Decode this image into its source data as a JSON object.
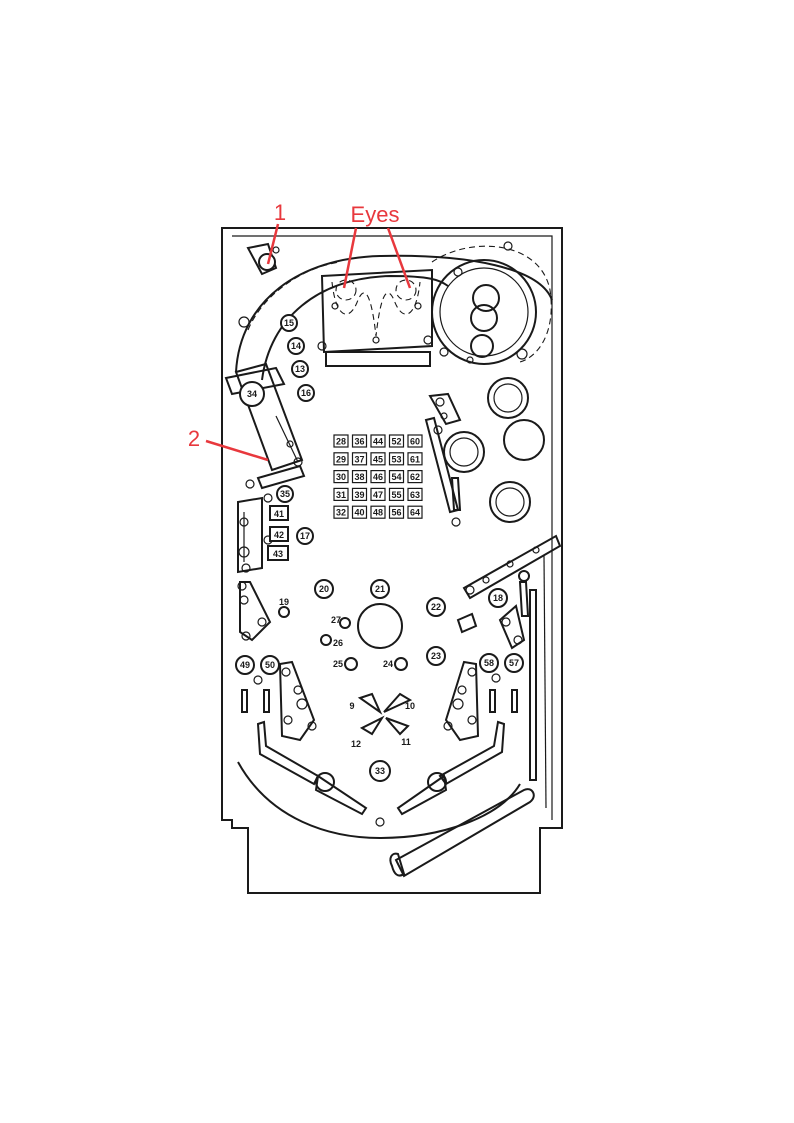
{
  "colors": {
    "callout": "#e8383d",
    "ink": "#1a1a1a"
  },
  "callouts": {
    "c1": "1",
    "c2": "2",
    "eyes": "Eyes"
  },
  "labels": {
    "l13": "13",
    "l14": "14",
    "l15": "15",
    "l16": "16",
    "l17": "17",
    "l18": "18",
    "l19": "19",
    "l20": "20",
    "l21": "21",
    "l22": "22",
    "l23": "23",
    "l24": "24",
    "l25": "25",
    "l26": "26",
    "l27": "27",
    "l33": "33",
    "l34": "34",
    "l35": "35",
    "l41": "41",
    "l42": "42",
    "l43": "43",
    "l49": "49",
    "l50": "50",
    "l57": "57",
    "l58": "58",
    "l9": "9",
    "l10": "10",
    "l11": "11",
    "l12": "12"
  },
  "grid": {
    "columns": [
      [
        "28",
        "29",
        "30",
        "31",
        "32"
      ],
      [
        "36",
        "37",
        "38",
        "39",
        "40"
      ],
      [
        "44",
        "45",
        "46",
        "47",
        "48"
      ],
      [
        "52",
        "53",
        "54",
        "55",
        "56"
      ],
      [
        "60",
        "61",
        "62",
        "63",
        "64"
      ]
    ]
  }
}
